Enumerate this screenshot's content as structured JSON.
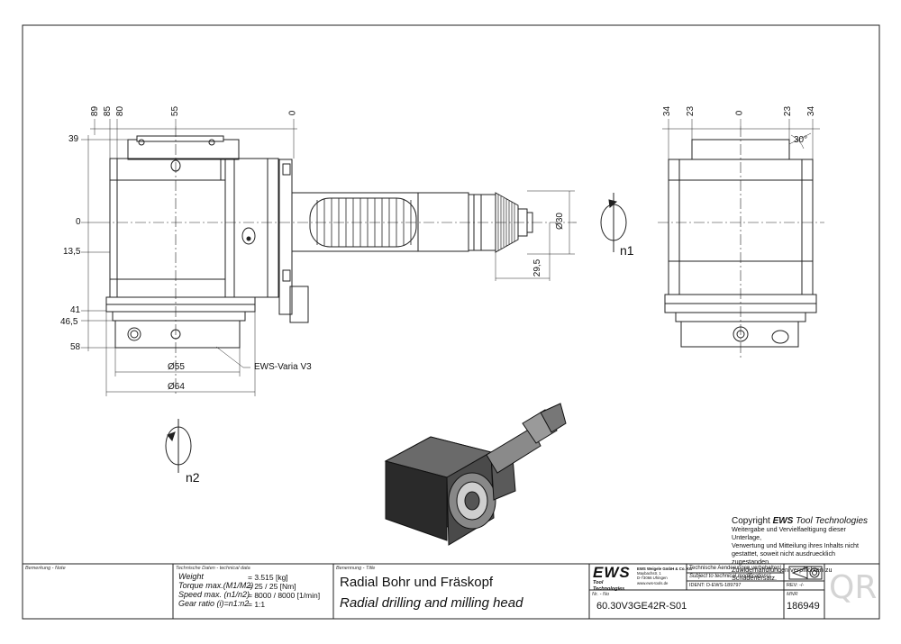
{
  "front_view": {
    "top_dims": [
      "89",
      "85",
      "80",
      "55",
      "0"
    ],
    "left_dims": [
      "39",
      "0",
      "13,5",
      "41",
      "46,5",
      "58"
    ],
    "dia_55": "Ø55",
    "dia_64": "Ø64",
    "dia_30": "Ø30",
    "dim_29_5": "29,5",
    "varia_label": "EWS-Varia V3",
    "rotation_n1": "n1",
    "rotation_n2": "n2"
  },
  "side_view": {
    "top_dims": [
      "34",
      "23",
      "0",
      "23",
      "34"
    ],
    "angle": "30°"
  },
  "copyright": {
    "heading_prefix": "Copyright ",
    "heading_brand": "EWS",
    "heading_suffix": " Tool Technologies",
    "lines": [
      "Weitergabe und Vervielfaeltigung dieser Unterlage,",
      "Verwertung und Mitteilung ihres Inhalts nicht",
      "gestattet, soweit nicht ausdruecklich zugestanden.",
      "Zuwiderhandlungen verpflichten zu Schadenersatz."
    ]
  },
  "title_block": {
    "note_label": "Bemerkung - Note",
    "tech_label": "Technische Daten - technical data",
    "tech_rows": [
      {
        "label": "Weight",
        "value": "=   3.515 [kg]"
      },
      {
        "label": "Torque max.(M1/M2)",
        "value": "=   25 / 25 [Nm]"
      },
      {
        "label": "Speed max.  (n1/n2)",
        "value": "=   8000 / 8000 [1/min]"
      },
      {
        "label": "Gear ratio  (i)=n1:n2",
        "value": "=   1:1"
      }
    ],
    "title_label": "Benennung - Title",
    "title_de": "Radial Bohr und Fräskopf",
    "title_en": "Radial drilling and milling head",
    "logo": "EWS",
    "logo_sub": "Tool Technologies",
    "company_lines": [
      "EWS Weigele GmbH & Co. KG",
      "Maybachstr. 1",
      "D-73066 Uhingen",
      "www.ews-tools.de"
    ],
    "changes_de": "Technische Aenderungen vorbehalten!",
    "changes_en": "Subject to technical modifications!",
    "ident": "IDENT:  D-EWS-189797",
    "rev": "REV:  -/-",
    "nr_label": "Nr. - No",
    "part_no": "60.30V3GE42R-S01",
    "mnr_label": "MNR",
    "mnr": "186949",
    "qr": "QR"
  }
}
